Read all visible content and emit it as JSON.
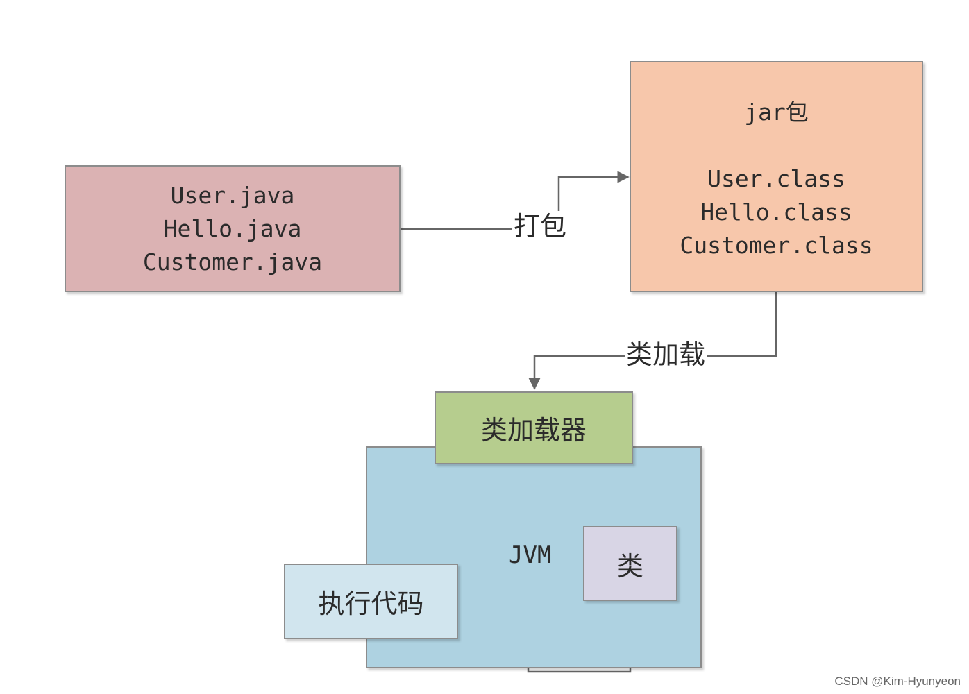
{
  "source_box": {
    "lines": [
      "User.java",
      "Hello.java",
      "Customer.java"
    ],
    "fill": "#dbb2b3"
  },
  "jar_box": {
    "title": "jar包",
    "lines": [
      "User.class",
      "Hello.class",
      "Customer.class"
    ],
    "fill": "#f7c7ab"
  },
  "jvm_box": {
    "label": "JVM",
    "fill": "#aed2e1"
  },
  "class_loader_box": {
    "label": "类加载器",
    "fill": "#b6cd8e"
  },
  "class_box": {
    "label": "类",
    "fill": "#d8d5e5"
  },
  "execute_box": {
    "label": "执行代码",
    "fill": "#d1e5ee"
  },
  "edges": {
    "package_label": "打包",
    "class_load_label": "类加载"
  },
  "watermark": "CSDN @Kim-Hyunyeon"
}
